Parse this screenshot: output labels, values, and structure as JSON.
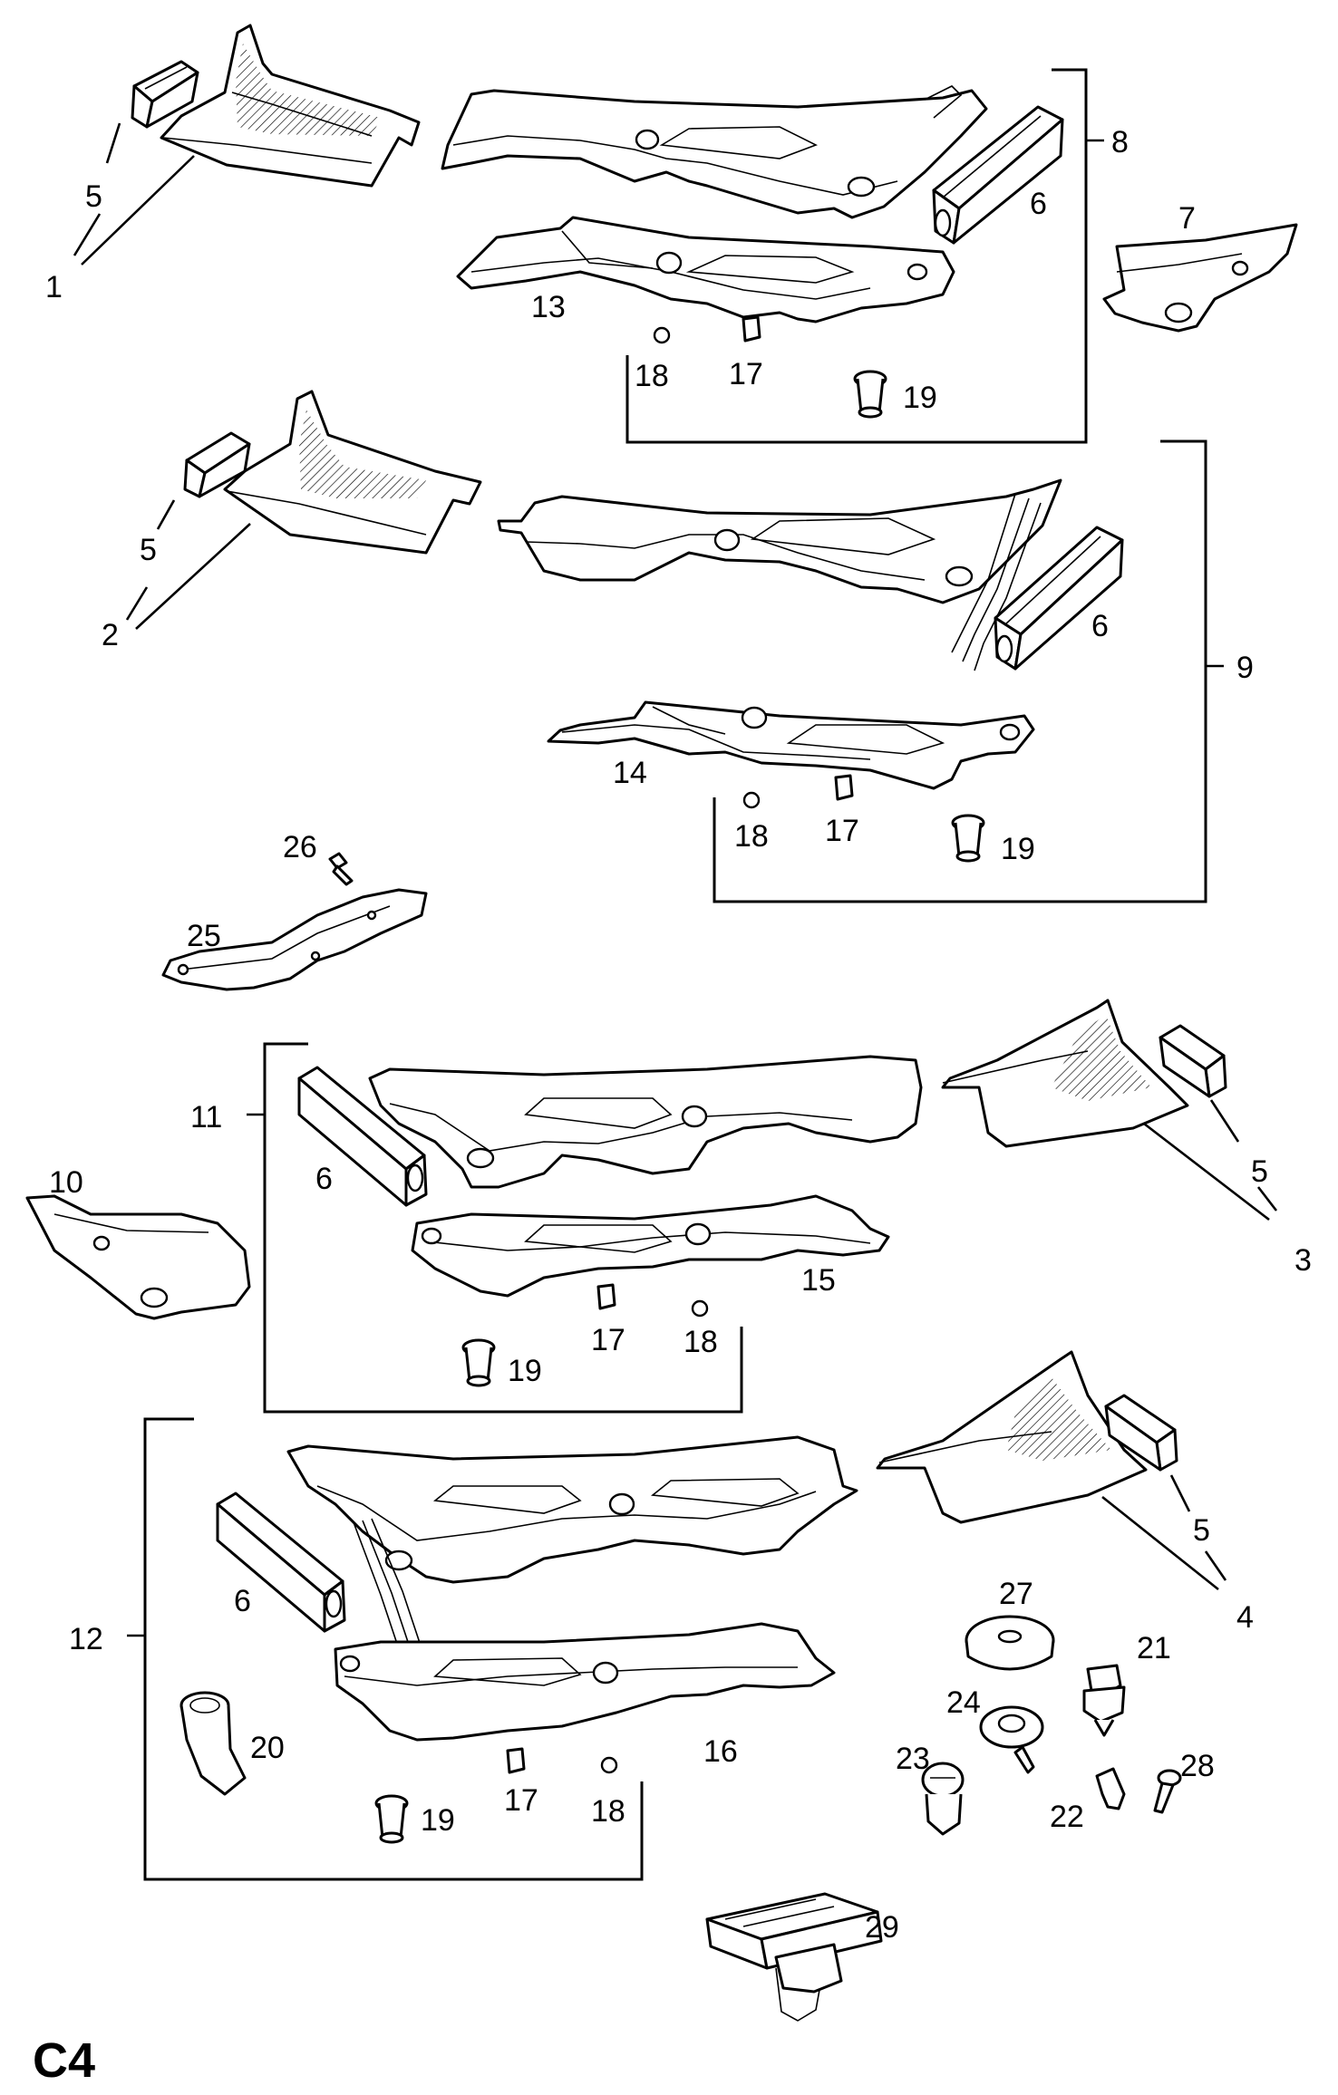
{
  "page": {
    "title": "C4"
  },
  "labels": {
    "l1": "1",
    "l2": "2",
    "l3": "3",
    "l4": "4",
    "l5a": "5",
    "l5b": "5",
    "l5c": "5",
    "l5d": "5",
    "l6a": "6",
    "l6b": "6",
    "l6c": "6",
    "l6d": "6",
    "l7": "7",
    "l8": "8",
    "l9": "9",
    "l10": "10",
    "l11": "11",
    "l12": "12",
    "l13": "13",
    "l14": "14",
    "l15": "15",
    "l16": "16",
    "l17a": "17",
    "l17b": "17",
    "l17c": "17",
    "l17d": "17",
    "l18a": "18",
    "l18b": "18",
    "l18c": "18",
    "l18d": "18",
    "l19a": "19",
    "l19b": "19",
    "l19c": "19",
    "l19d": "19",
    "l20": "20",
    "l21": "21",
    "l22": "22",
    "l23": "23",
    "l24": "24",
    "l25": "25",
    "l26": "26",
    "l27": "27",
    "l28": "28",
    "l29": "29"
  }
}
